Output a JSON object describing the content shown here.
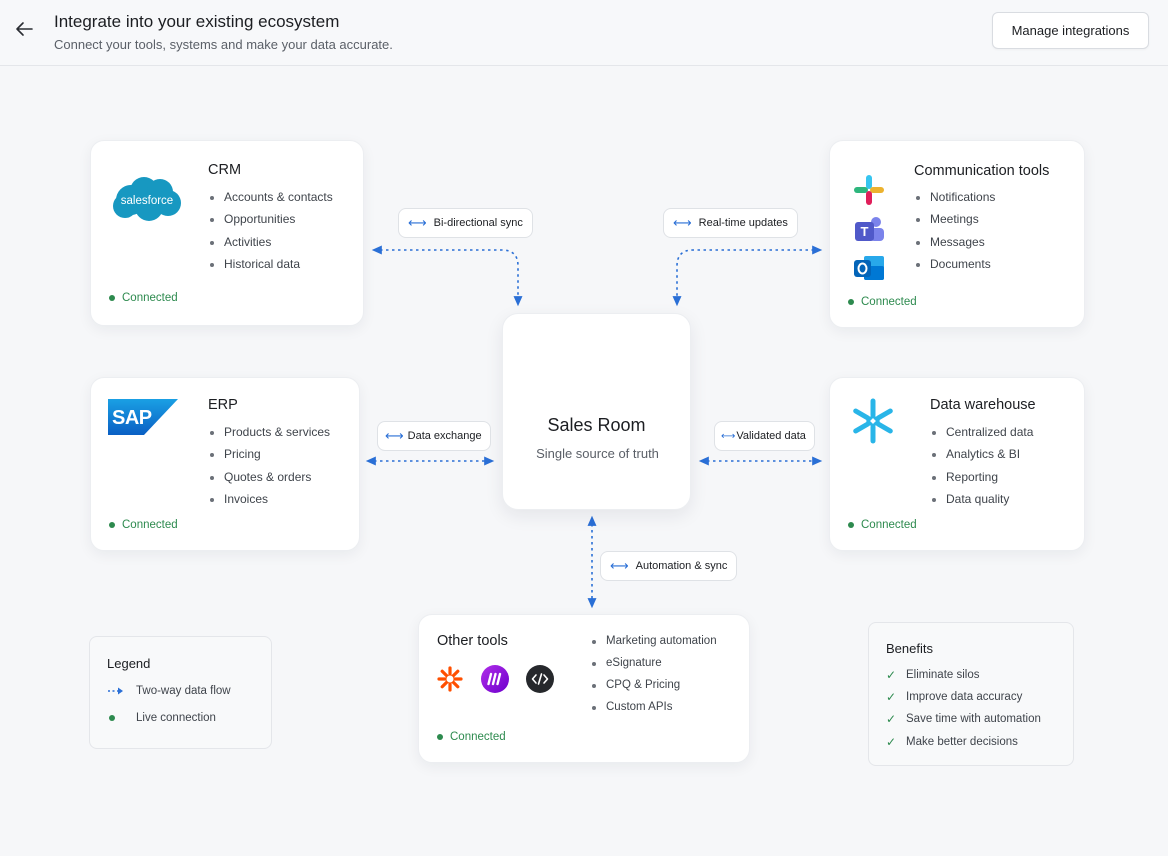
{
  "header": {
    "title": "Integrate into your existing ecosystem",
    "subtitle": "Connect your tools, systems and make your data accurate.",
    "manage_label": "Manage integrations"
  },
  "hub": {
    "title": "Sales Room",
    "subtitle": "Single source of truth"
  },
  "crm": {
    "title": "CRM",
    "logo_text": "salesforce",
    "items": [
      "Accounts & contacts",
      "Opportunities",
      "Activities",
      "Historical data"
    ],
    "status": "Connected"
  },
  "communication": {
    "title": "Communication tools",
    "items": [
      "Notifications",
      "Meetings",
      "Messages",
      "Documents"
    ],
    "status": "Connected",
    "icons": [
      "slack-icon",
      "teams-icon",
      "outlook-icon"
    ]
  },
  "erp": {
    "title": "ERP",
    "logo_text": "SAP",
    "items": [
      "Products & services",
      "Pricing",
      "Quotes & orders",
      "Invoices"
    ],
    "status": "Connected"
  },
  "warehouse": {
    "title": "Data warehouse",
    "items": [
      "Centralized data",
      "Analytics & BI",
      "Reporting",
      "Data quality"
    ],
    "status": "Connected",
    "icon": "snowflake-icon"
  },
  "other": {
    "title": "Other tools",
    "items": [
      "Marketing automation",
      "eSignature",
      "CPQ & Pricing",
      "Custom APIs"
    ],
    "status": "Connected",
    "icons": [
      "zapier-icon",
      "make-icon",
      "code-icon"
    ]
  },
  "flows": {
    "bidirectional": "Bi-directional sync",
    "realtime": "Real-time updates",
    "data_exchange": "Data exchange",
    "validated": "Validated data",
    "automation": "Automation & sync"
  },
  "legend": {
    "title": "Legend",
    "two_way": "Two-way data flow",
    "live": "Live connection"
  },
  "benefits": {
    "title": "Benefits",
    "items": [
      "Eliminate silos",
      "Improve data accuracy",
      "Save time with automation",
      "Make better decisions"
    ]
  },
  "colors": {
    "accent": "#2a6fd6",
    "connected": "#2d8a4e",
    "salesforce": "#1798c1",
    "sap": "#0a6ed1",
    "snowflake": "#29b5e8"
  }
}
